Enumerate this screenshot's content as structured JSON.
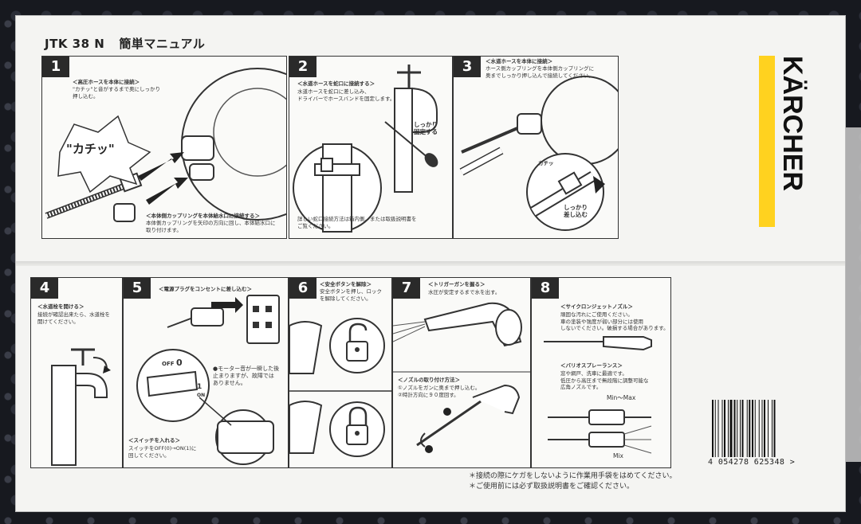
{
  "header": {
    "model": "JTK 38 N",
    "subtitle": "簡単マニュアル"
  },
  "brand": {
    "logo_text": "KÄRCHER",
    "accent": "#ffd21f"
  },
  "steps": [
    {
      "num": "1",
      "heading": "＜高圧ホースを本体に接続＞",
      "body": "\"カチッ\"と音がするまで奥にしっかり\n押し込む。",
      "sound": "\"カチッ\"",
      "sub_heading": "＜本体側カップリングを本体給水口に接続する＞",
      "sub_body": "本体側カップリングを矢印の方向に回し、本体給水口に\n取り付けます。"
    },
    {
      "num": "2",
      "heading": "＜水道ホースを蛇口に接続する＞",
      "body": "水道ホースを蛇口に差し込み、\nドライバーでホースバンドを固定します。",
      "label": "しっかり\n固定する",
      "footer": "詳しい蛇口接続方法は箱内側、または取扱説明書を\nご覧ください。"
    },
    {
      "num": "3",
      "heading": "＜水道ホースを本体に接続＞",
      "body": "ホース側カップリングを本体側カップリングに\n奥までしっかり押し込んで接続してください。",
      "label": "しっかり\n差し込む",
      "sound": "カチッ"
    },
    {
      "num": "4",
      "heading": "＜水道栓を開ける＞",
      "body": "接続が確認出来たら、水道栓を\n開けてください。"
    },
    {
      "num": "5",
      "heading": "＜電源プラグをコンセントに差し込む＞",
      "off_label": "OFF",
      "off_num": "0",
      "on_num": "1",
      "on_label": "ON",
      "note": "●モーター音が一瞬した後\n止まりますが、故障では\nありません。",
      "sub_heading": "＜スイッチを入れる＞",
      "sub_body": "スイッチをOFF(0)→ON(1)に\n回してください。"
    },
    {
      "num": "6",
      "heading": "＜安全ボタンを解除＞",
      "body": "安全ボタンを押し、ロック\nを解除してください。"
    },
    {
      "num": "7",
      "heading": "＜トリガーガンを握る＞",
      "body": "水圧が安定するまで水を出す。",
      "sub_heading": "＜ノズルの取り付け方法＞",
      "sub_body": "①ノズルをガンに奥まで押し込む。\n②時計方向に９０度回す。"
    },
    {
      "num": "8",
      "heading": "＜サイクロンジェットノズル＞",
      "body": "頑固な汚れにご使用ください。\n車の塗装や強度が弱い部分には使用\nしないでください。破損する場合があります。",
      "sub_heading": "＜バリオスプレーランス＞",
      "sub_body": "窓や網戸、洗車に最適です。\n低圧から高圧まで無段階に調整可能な\n広角ノズルです。",
      "range_top": "Min～Max",
      "range_bottom": "Mix"
    }
  ],
  "notes": [
    "＊接続の際にケガをしないように作業用手袋をはめてください。",
    "＊ご使用前には必ず取扱説明書をご確認ください。"
  ],
  "barcode": {
    "number": "4 054278 625348 >"
  }
}
